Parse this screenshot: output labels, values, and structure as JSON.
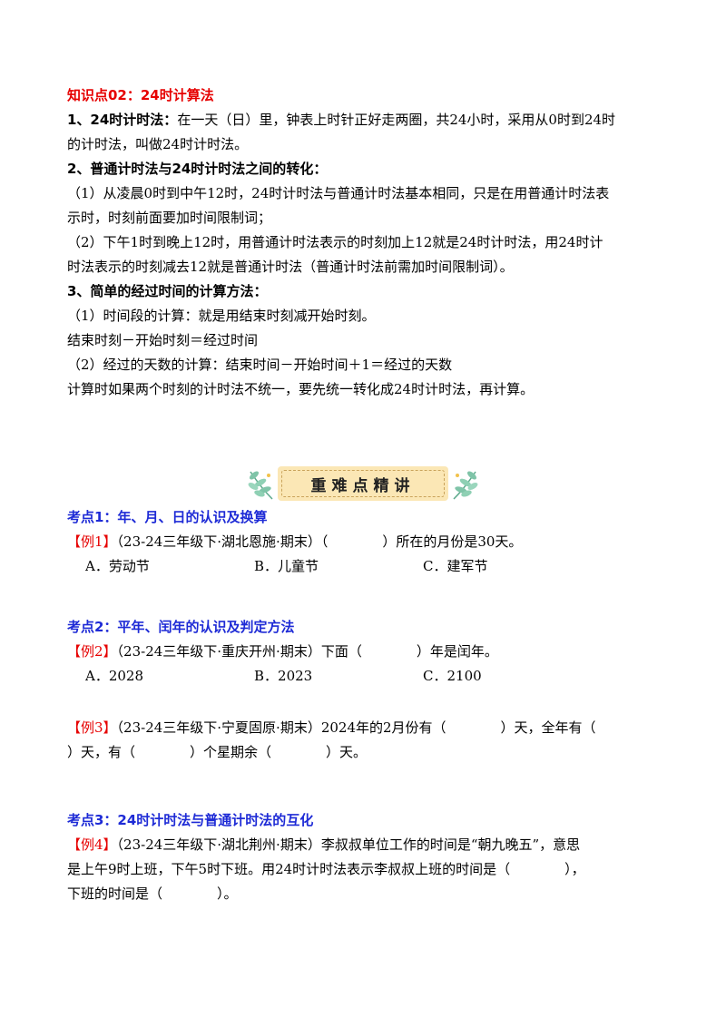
{
  "knowledge": {
    "title": "知识点02：24时计算法",
    "p1_head": "1、24时计时法：",
    "p1_text": "在一天（日）里，钟表上时针正好走两圈，共24小时，采用从0时到24时",
    "p1_cont": "的计时法，叫做24时计时法。",
    "p2_head": "2、普通计时法与24时计时法之间的转化：",
    "p2_a1": "（1）从凌晨0时到中午12时，24时计时法与普通计时法基本相同，只是在用普通计时法表",
    "p2_a2": "示时，时刻前面要加时间限制词；",
    "p2_b1": "（2）下午1时到晚上12时，用普通计时法表示的时刻加上12就是24时计时法，用24时计",
    "p2_b2": "时法表示的时刻减去12就是普通计时法（普通计时法前需加时间限制词）。",
    "p3_head": "3、简单的经过时间的计算方法：",
    "p3_a": "（1）时间段的计算：就是用结束时刻减开始时刻。",
    "p3_b": "结束时刻－开始时刻＝经过时间",
    "p3_c": "（2）经过的天数的计算：结束时间－开始时间＋1＝经过的天数",
    "p3_d": "计算时如果两个时刻的计时法不统一，要先统一转化成24时计时法，再计算。"
  },
  "banner": {
    "title": "重难点精讲"
  },
  "kaodian1": {
    "title": "考点1：年、月、日的认识及换算",
    "ex_label": "【例1】",
    "ex_text": "（23-24三年级下·湖北恩施·期末）（　　　　）所在的月份是30天。",
    "opt_a": "A．劳动节",
    "opt_b": "B．儿童节",
    "opt_c": "C．建军节"
  },
  "kaodian2": {
    "title": "考点2：平年、闰年的认识及判定方法",
    "ex2_label": "【例2】",
    "ex2_text": "（23-24三年级下·重庆开州·期末）下面（　　　　）年是闰年。",
    "opt_a": "A．2028",
    "opt_b": "B．2023",
    "opt_c": "C．2100",
    "ex3_label": "【例3】",
    "ex3_text": "（23-24三年级下·宁夏固原·期末）2024年的2月份有（　　　　）天，全年有（",
    "ex3_cont": "）天，有（　　　　）个星期余（　　　　）天。"
  },
  "kaodian3": {
    "title": "考点3：24时计时法与普通计时法的互化",
    "ex4_label": "【例4】",
    "ex4_text": "（23-24三年级下·湖北荆州·期末）李叔叔单位工作的时间是“朝九晚五”，意思",
    "ex4_cont1": "是上午9时上班，下午5时下班。用24时计时法表示李叔叔上班的时间是（　　　　），",
    "ex4_cont2": "下班的时间是（　　　　）。"
  },
  "colors": {
    "red": "#e60000",
    "blue": "#1e2bd6",
    "banner_bg": "#fbe7b5",
    "leaf": "#7fc4a8"
  }
}
